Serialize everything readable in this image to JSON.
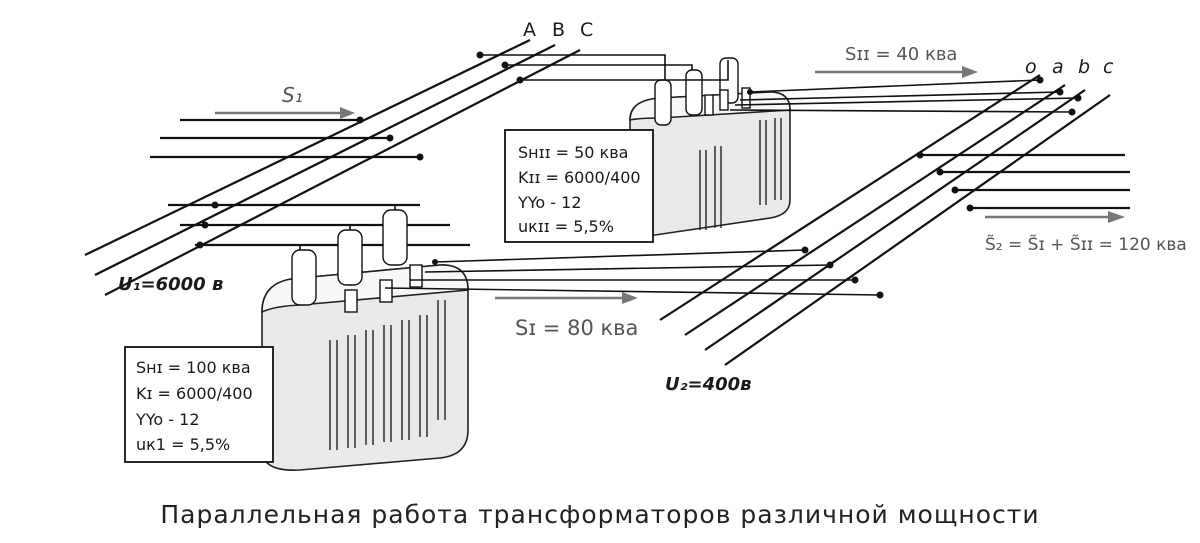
{
  "diagram": {
    "hv_bus_labels": [
      "A",
      "B",
      "C"
    ],
    "lv_bus_labels": [
      "o",
      "a",
      "b",
      "c"
    ],
    "flow_s1": "S₁",
    "flow_s2": "S̃₂ = S̃ɪ + S̃ɪɪ = 120 ква",
    "flow_si": "Sɪ = 80 ква",
    "flow_sii": "Sɪɪ = 40 ква",
    "u1": "U₁=6000 в",
    "u2": "U₂=400в",
    "transformer_1": {
      "line1": "Sнɪ = 100 ква",
      "line2": "Kɪ = 6000/400",
      "line3": "YYo - 12",
      "line4": "uк1 = 5,5%"
    },
    "transformer_2": {
      "line1": "Sнɪɪ = 50 ква",
      "line2": "Kɪɪ = 6000/400",
      "line3": "YYo - 12",
      "line4": "uкɪɪ = 5,5%"
    },
    "caption": "Параллельная работа трансформаторов различной мощности"
  }
}
